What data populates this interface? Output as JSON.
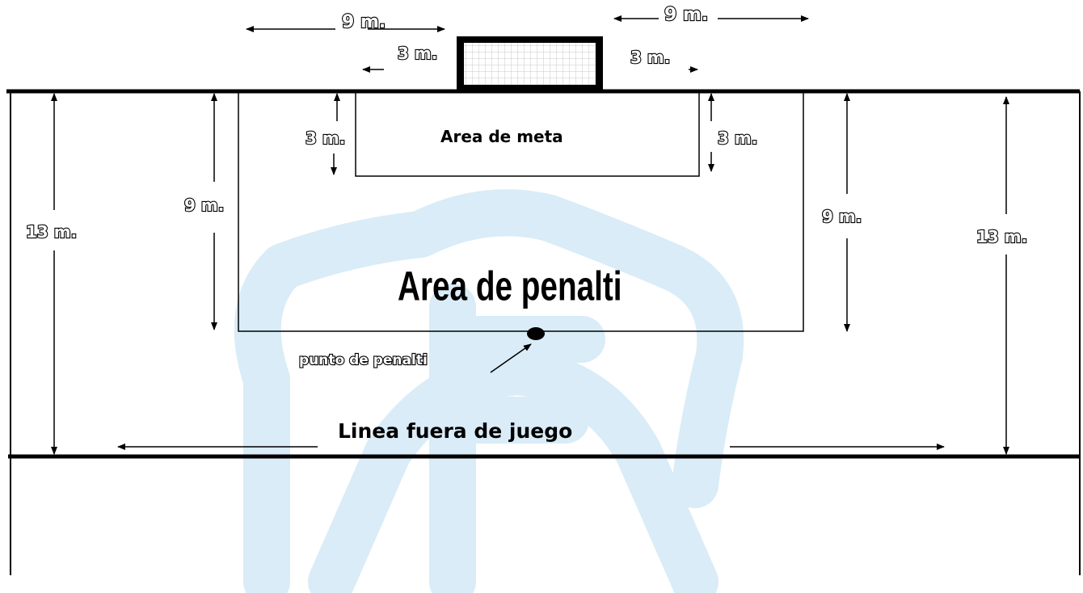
{
  "labels": {
    "top_left_9": "9 m.",
    "top_right_9": "9 m.",
    "top_left_3": "3 m.",
    "top_right_3": "3 m.",
    "goal_area_left_3": "3 m.",
    "goal_area_right_3": "3 m.",
    "goal_area": "Area de meta",
    "penalty_left_9": "9 m.",
    "penalty_right_9": "9 m.",
    "left_13": "13 m.",
    "right_13": "13 m.",
    "penalty_area": "Area de penalti",
    "penalty_spot": "punto de penalti",
    "offside_line": "Linea fuera de juego"
  },
  "colors": {
    "line": "#000000",
    "watermark": "#d9ecf7",
    "net_grid": "#c8c8c8"
  }
}
